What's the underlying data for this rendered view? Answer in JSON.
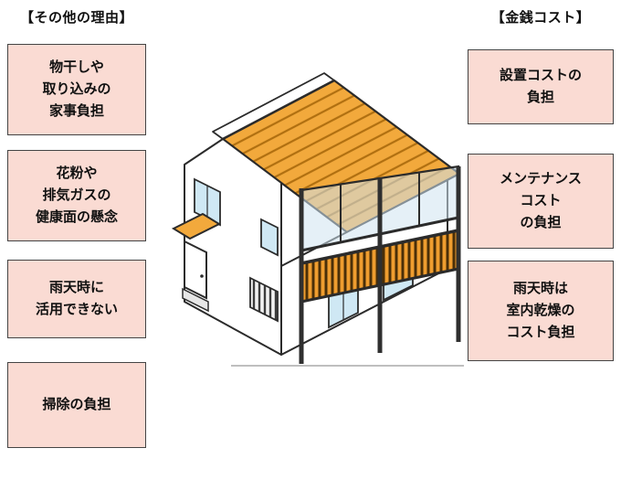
{
  "left_column": {
    "header": "【その他の理由】",
    "boxes": [
      {
        "text": "物干しや\n取り込みの\n家事負担"
      },
      {
        "text": "花粉や\n排気ガスの\n健康面の懸念"
      },
      {
        "text": "雨天時に\n活用できない"
      },
      {
        "text": "掃除の負担"
      }
    ]
  },
  "right_column": {
    "header": "【金銭コスト】",
    "boxes": [
      {
        "text": "設置コストの\n負担"
      },
      {
        "text": "メンテナンス\nコスト\nの負担"
      },
      {
        "text": "雨天時は\n室内乾燥の\nコスト負担"
      }
    ]
  },
  "illustration": {
    "colors": {
      "roof_orange": "#F2A93C",
      "roof_stripe": "#B06F10",
      "canopy_orange": "#F2A93C",
      "wall_white": "#FFFFFF",
      "glass_blue": "#CFE4F0",
      "window_blue": "#CFE8F4",
      "slat_orange": "#EF9D2F",
      "slat_dark": "#4A2F08",
      "outline": "#2B2B2B",
      "box_pink": "#FADBD3",
      "box_border": "#444444"
    }
  }
}
